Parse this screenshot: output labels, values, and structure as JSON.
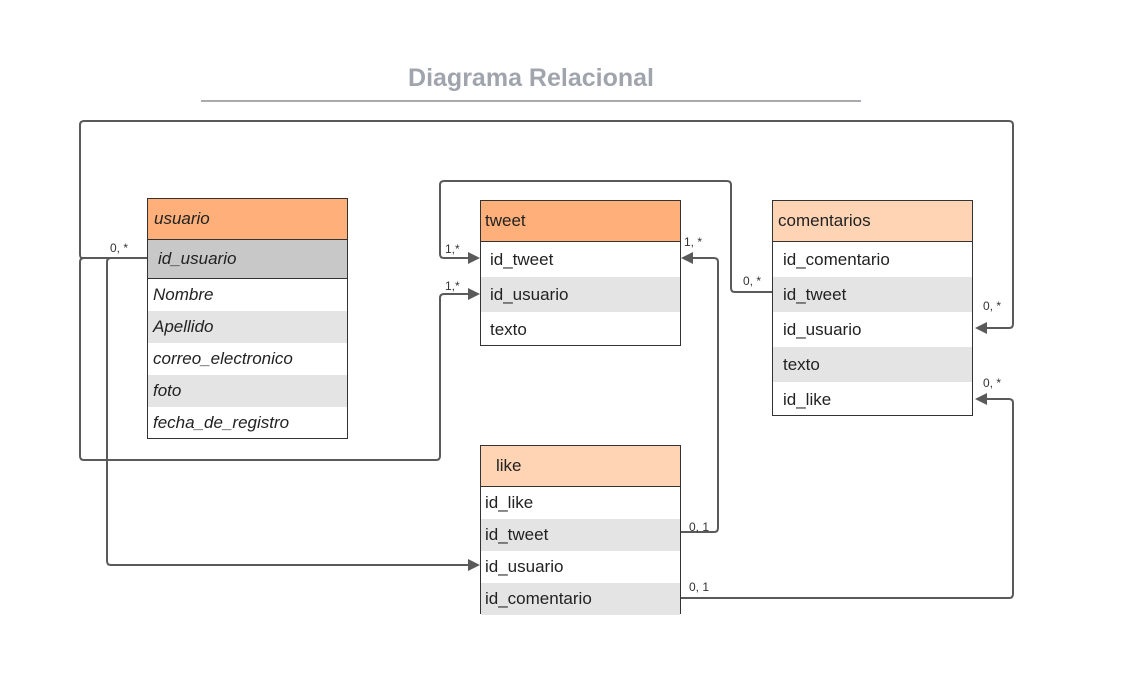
{
  "title": "Diagrama Relacional",
  "colors": {
    "header_strong": "#ffb07a",
    "header_light": "#ffd4b4",
    "pk_fill": "#c8c8c8",
    "alt_row": "#e4e4e4",
    "connector": "#5a5a5a",
    "title": "#a0a4ad"
  },
  "entities": {
    "usuario": {
      "name": "usuario",
      "key": "id_usuario",
      "fields": [
        "Nombre",
        "Apellido",
        "correo_electronico",
        "foto",
        "fecha_de_registro"
      ]
    },
    "tweet": {
      "name": "tweet",
      "fields": [
        "id_tweet",
        "id_usuario",
        "texto"
      ]
    },
    "comentarios": {
      "name": "comentarios",
      "fields": [
        "id_comentario",
        "id_tweet",
        "id_usuario",
        "texto",
        "id_like"
      ]
    },
    "like": {
      "name": "like",
      "fields": [
        "id_like",
        "id_tweet",
        "id_usuario",
        "id_comentario"
      ]
    }
  },
  "cardinalities": {
    "usuario_out": "0, *",
    "tweet_id_tweet_in": "1,*",
    "tweet_id_usuario_in": "1,*",
    "tweet_right_in": "1, *",
    "comentarios_left": "0, *",
    "comentarios_id_usuario_in": "0, *",
    "comentarios_id_like_in": "0, *",
    "like_id_tweet_out": "0, 1",
    "like_id_comentario_out": "0, 1"
  }
}
